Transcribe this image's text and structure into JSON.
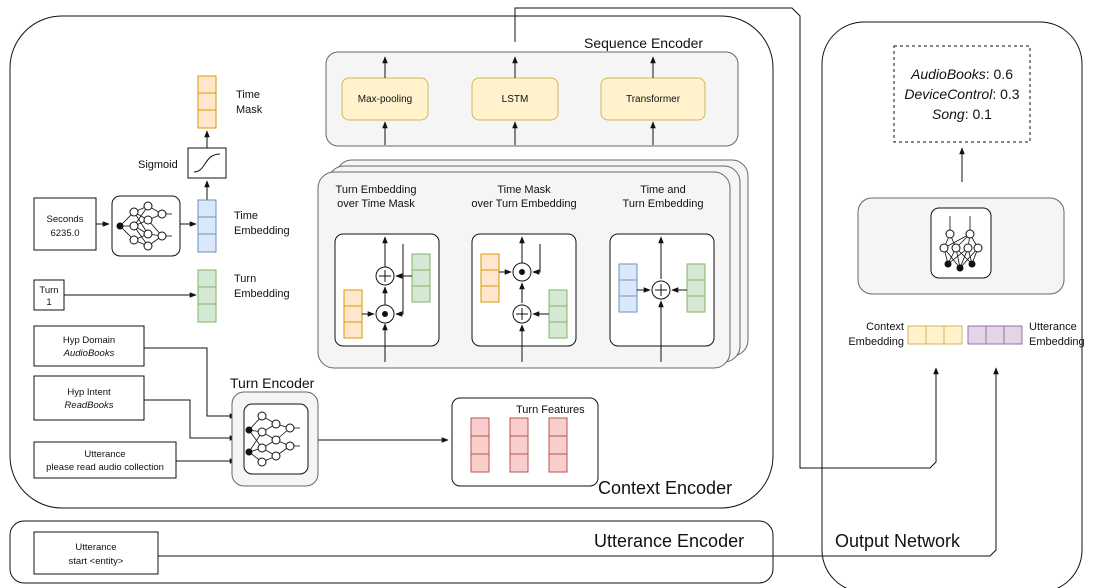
{
  "colors": {
    "orange_fill": "#ffe6cc",
    "orange_stroke": "#d79b00",
    "blue_fill": "#dae8fc",
    "blue_stroke": "#6c8ebf",
    "green_fill": "#d5e8d4",
    "green_stroke": "#82b366",
    "red_fill": "#f8cecc",
    "red_stroke": "#b85450",
    "yellow_fill": "#fff2cc",
    "yellow_stroke": "#d6b656",
    "purple_fill": "#e1d5e7",
    "purple_stroke": "#9673a6",
    "gray_fill": "#f5f5f5",
    "gray_stroke": "#666666"
  },
  "context_encoder": {
    "title": "Context Encoder",
    "time_mask": {
      "line1": "Time",
      "line2": "Mask"
    },
    "sigmoid": "Sigmoid",
    "seconds": {
      "line1": "Seconds",
      "line2": "6235.0"
    },
    "time_embedding": {
      "line1": "Time",
      "line2": "Embedding"
    },
    "turn": {
      "line1": "Turn",
      "line2": "1"
    },
    "turn_embedding": {
      "line1": "Turn",
      "line2": "Embedding"
    },
    "hyp_domain": {
      "line1": "Hyp Domain",
      "line2": "AudioBooks"
    },
    "hyp_intent": {
      "line1": "Hyp Intent",
      "line2": "ReadBooks"
    },
    "utterance": {
      "line1": "Utterance",
      "line2": "please read audio collection"
    },
    "turn_encoder": "Turn Encoder",
    "turn_features": "Turn Features",
    "sequence_encoder": {
      "title": "Sequence Encoder",
      "blocks": [
        "Max-pooling",
        "LSTM",
        "Transformer"
      ]
    },
    "combos": [
      {
        "line1": "Turn Embedding",
        "line2": "over Time Mask"
      },
      {
        "line1": "Time Mask",
        "line2": "over Turn Embedding"
      },
      {
        "line1": "Time and",
        "line2": "Turn Embedding"
      }
    ]
  },
  "utterance_encoder": {
    "title": "Utterance Encoder",
    "input": {
      "line1": "Utterance",
      "line2": "start <entity>"
    }
  },
  "output_network": {
    "title": "Output Network",
    "scores": [
      {
        "label": "AudioBooks",
        "value": ": 0.6"
      },
      {
        "label": "DeviceControl",
        "value": ": 0.3"
      },
      {
        "label": "Song",
        "value": ": 0.1"
      }
    ],
    "context_embedding": {
      "line1": "Context",
      "line2": "Embedding"
    },
    "utterance_embedding": {
      "line1": "Utterance",
      "line2": "Embedding"
    }
  }
}
